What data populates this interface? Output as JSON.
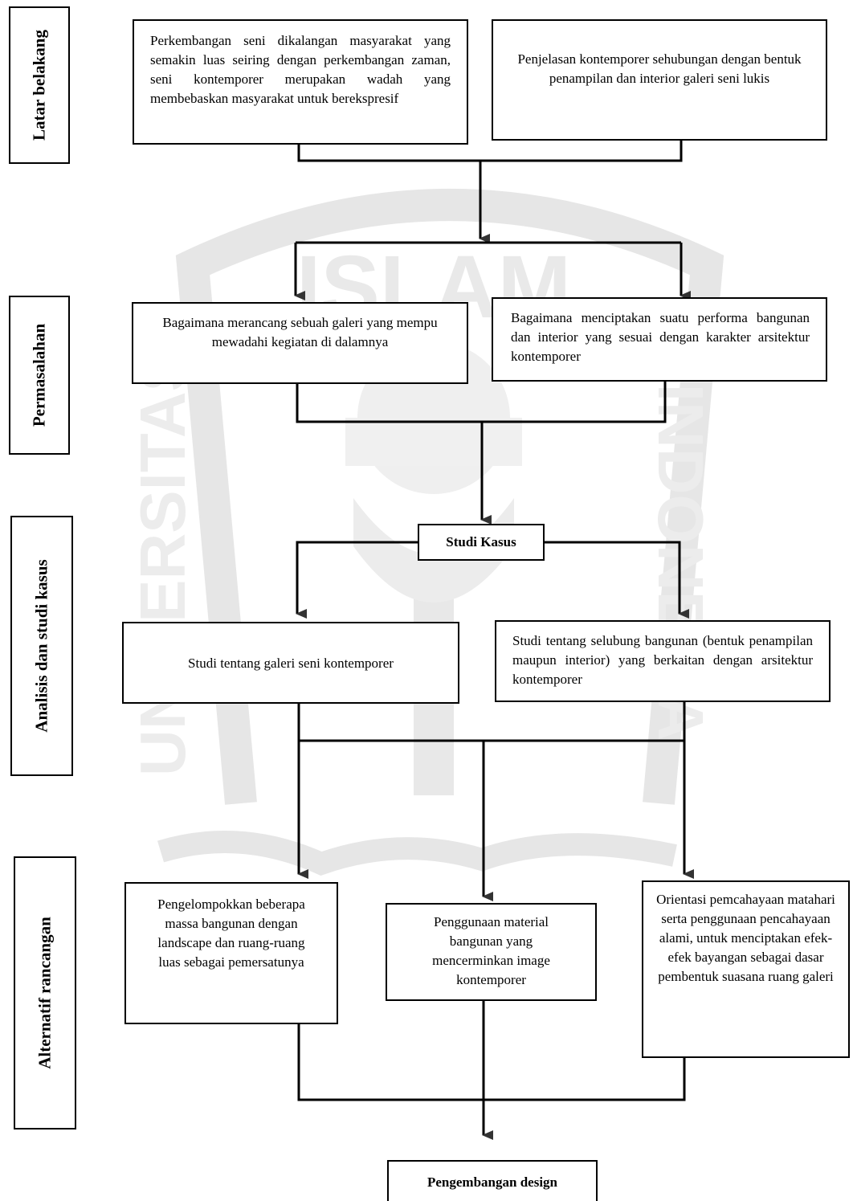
{
  "stages": {
    "latar_belakang": "Latar belakang",
    "permasalahan": "Permasalahan",
    "analisis": "Analisis dan studi kasus",
    "alternatif": "Alternatif rancangan"
  },
  "nodes": {
    "bg_left": "Perkembangan seni dikalangan masyarakat yang semakin luas seiring dengan perkembangan zaman, seni kontemporer merupakan wadah yang membebaskan masyarakat untuk berekspresif",
    "bg_right": "Penjelasan kontemporer sehubungan dengan bentuk penampilan dan interior galeri seni lukis",
    "prob_left": "Bagaimana merancang sebuah galeri yang mempu mewadahi kegiatan di dalamnya",
    "prob_right": "Bagaimana menciptakan suatu performa bangunan dan interior yang sesuai dengan karakter arsitektur kontemporer",
    "studi_kasus": "Studi Kasus",
    "study_left": "Studi tentang galeri seni kontemporer",
    "study_right": "Studi tentang selubung bangunan (bentuk penampilan maupun interior) yang berkaitan dengan arsitektur kontemporer",
    "alt_left": "Pengelompokkan beberapa massa bangunan dengan landscape dan ruang-ruang luas sebagai pemersatunya",
    "alt_mid": "Penggunaan material bangunan yang mencerminkan image kontemporer",
    "alt_right": "Orientasi pemcahayaan matahari serta penggunaan pencahayaan alami, untuk menciptakan efek-efek bayangan sebagai dasar pembentuk suasana ruang galeri",
    "final": "Pengembangan design"
  },
  "watermark": {
    "text_top": "ISLAM",
    "text_left": "UNIVERSITAS",
    "text_right": "INDONESIA"
  }
}
